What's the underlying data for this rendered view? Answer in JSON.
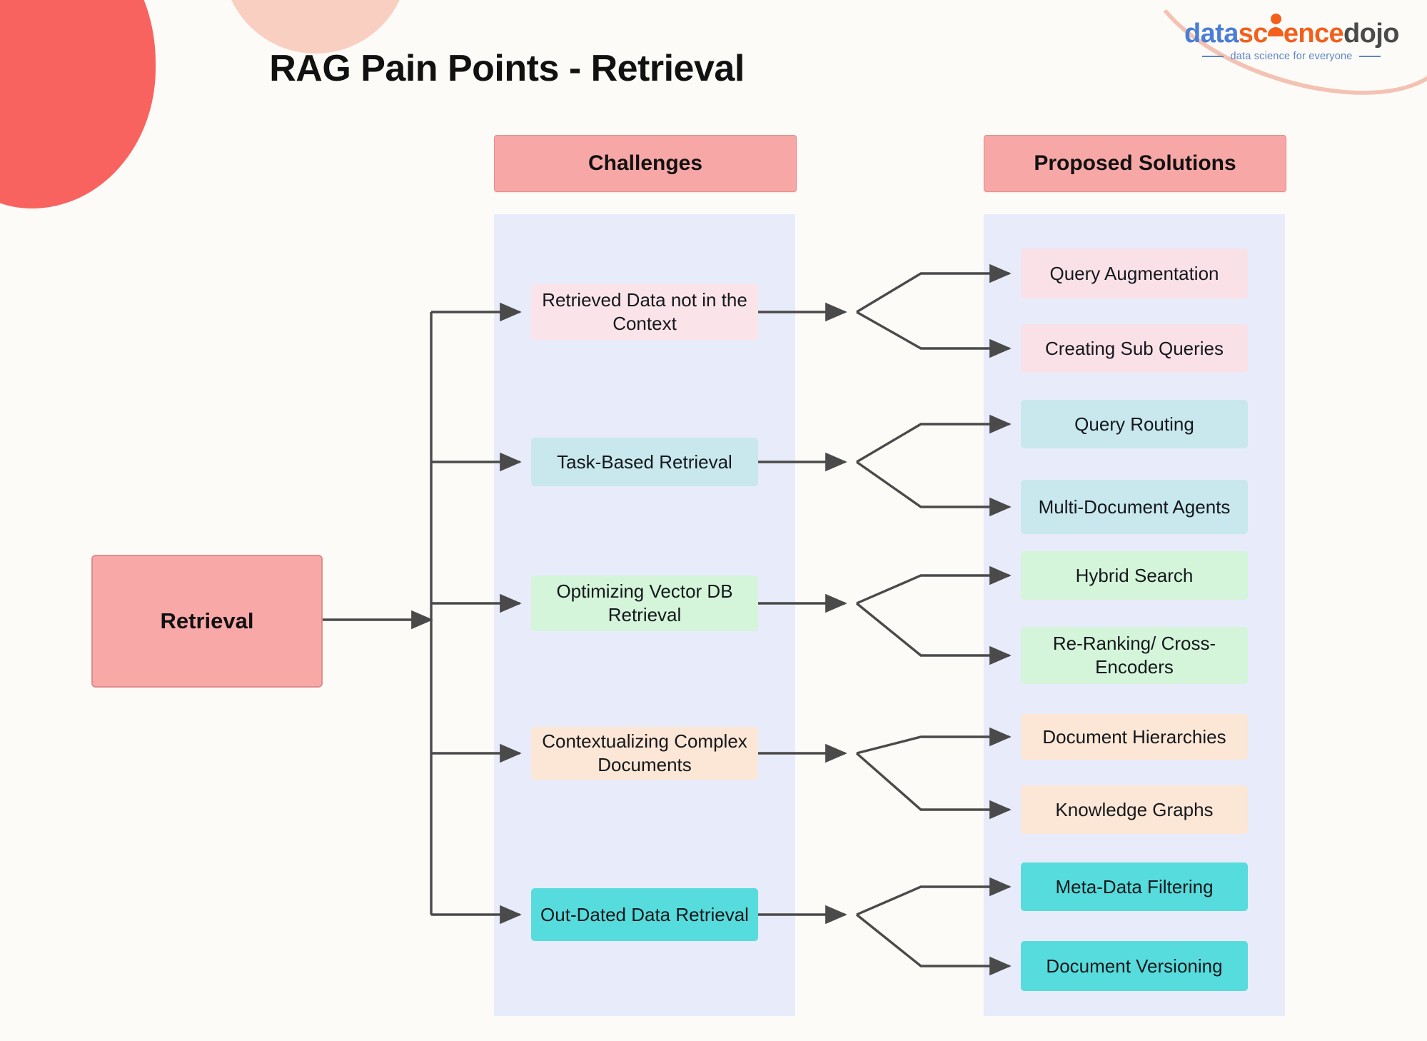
{
  "page": {
    "title": "RAG Pain Points - Retrieval",
    "background_color": "#FDFBF7",
    "band_color": "#E8EBFA",
    "connector_color": "#4A4A4A"
  },
  "logo": {
    "seg_data": "data",
    "seg_sc": "sc",
    "seg_ence": "ence",
    "seg_dojo": "dojo",
    "tagline": "data science for everyone",
    "color_blue": "#4A7DD6",
    "color_orange": "#F2601C",
    "color_dark": "#4A4A4A"
  },
  "root": {
    "label": "Retrieval",
    "fill": "#F9A8A8",
    "border": "#E08C8C"
  },
  "columns": {
    "challenges": {
      "header": "Challenges",
      "header_fill": "#F8A7A7"
    },
    "solutions": {
      "header": "Proposed Solutions",
      "header_fill": "#F8A7A7"
    }
  },
  "groups": [
    {
      "challenge": "Retrieved Data not in the Context",
      "challenge_fill": "#FAE4E9",
      "solutions": [
        "Query Augmentation",
        "Creating Sub Queries"
      ],
      "solution_fill": "#FAE1E8"
    },
    {
      "challenge": "Task-Based Retrieval",
      "challenge_fill": "#C8E8EE",
      "solutions": [
        "Query Routing",
        "Multi-Document Agents"
      ],
      "solution_fill": "#C8E8EE"
    },
    {
      "challenge": "Optimizing Vector DB Retrieval",
      "challenge_fill": "#D4F5DA",
      "solutions": [
        "Hybrid Search",
        "Re-Ranking/ Cross-Encoders"
      ],
      "solution_fill": "#D4F5DA"
    },
    {
      "challenge": "Contextualizing Complex Documents",
      "challenge_fill": "#FCE6D5",
      "solutions": [
        "Document Hierarchies",
        "Knowledge Graphs"
      ],
      "solution_fill": "#FCE6D5"
    },
    {
      "challenge": "Out-Dated Data Retrieval",
      "challenge_fill": "#56DCDC",
      "solutions": [
        "Meta-Data Filtering",
        "Document Versioning"
      ],
      "solution_fill": "#56DCDC"
    }
  ]
}
